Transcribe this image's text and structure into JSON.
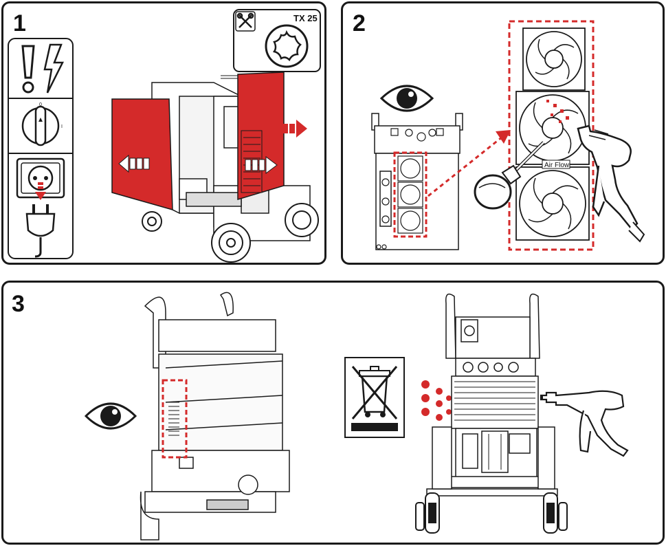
{
  "panels": [
    {
      "step": "1"
    },
    {
      "step": "2"
    },
    {
      "step": "3"
    }
  ],
  "tool": {
    "label": "TX 25"
  },
  "fan": {
    "label": "Air Flow"
  },
  "colors": {
    "accent_red": "#d42a2a",
    "ink": "#1a1a1a"
  },
  "icons": [
    "warning-exclamation-icon",
    "electric-shock-icon",
    "power-switch-icon",
    "unplug-icon",
    "tools-icon",
    "torx-icon",
    "eye-icon",
    "screwdriver-icon",
    "air-gun-icon",
    "weee-bin-icon"
  ]
}
